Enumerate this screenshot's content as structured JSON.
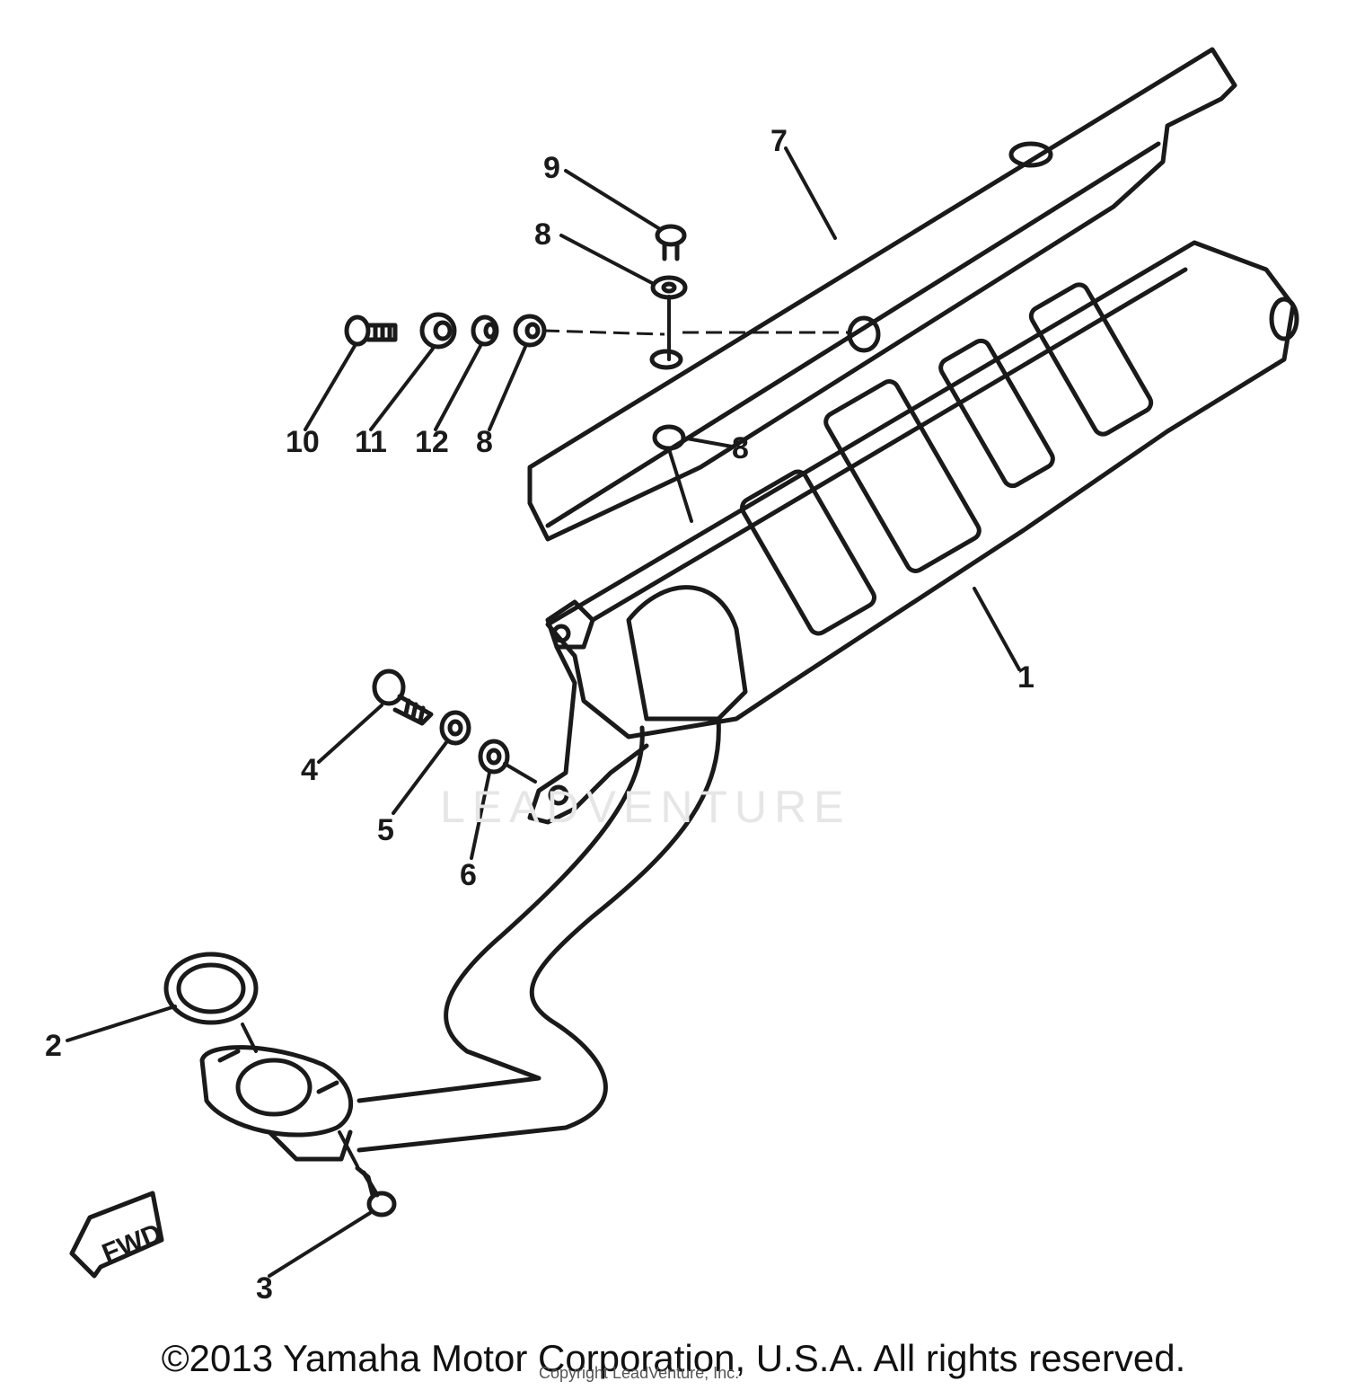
{
  "callouts": {
    "c1": "1",
    "c2": "2",
    "c3": "3",
    "c4": "4",
    "c5": "5",
    "c6": "6",
    "c7": "7",
    "c8a": "8",
    "c8b": "8",
    "c9": "9",
    "c10": "10",
    "c11": "11",
    "c12": "12",
    "c13": "8"
  },
  "fwd_label": "FWD",
  "watermark": "LEADVENTURE",
  "watermark_small": "Copyright LeadVenture, Inc.",
  "copyright": "©2013 Yamaha Motor Corporation, U.S.A. All rights reserved.",
  "colors": {
    "line": "#1a1a1a",
    "watermark": "#e6e6e6"
  }
}
